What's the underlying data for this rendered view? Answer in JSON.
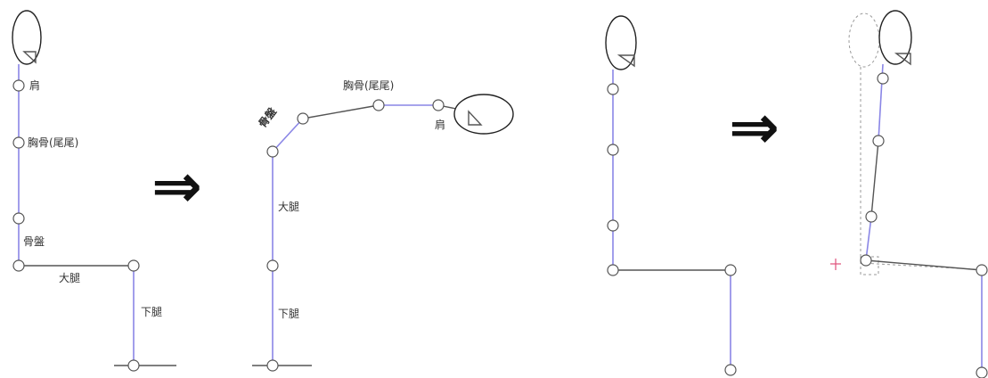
{
  "figure_1": {
    "shoulder_label": "肩",
    "chest_label": "胸骨(尾尾)",
    "pelvis_label": "骨盤",
    "thigh_label": "大腿",
    "shin_label": "下腿"
  },
  "figure_2": {
    "shoulder_label": "肩",
    "chest_label": "胸骨(尾尾)",
    "pelvis_label": "骨盤",
    "thigh_label": "大腿",
    "shin_label": "下腿"
  },
  "arrow_glyph": "⇒",
  "colors": {
    "bone": "#8a86e6",
    "outline": "#555555",
    "marker": "#e0507a"
  }
}
